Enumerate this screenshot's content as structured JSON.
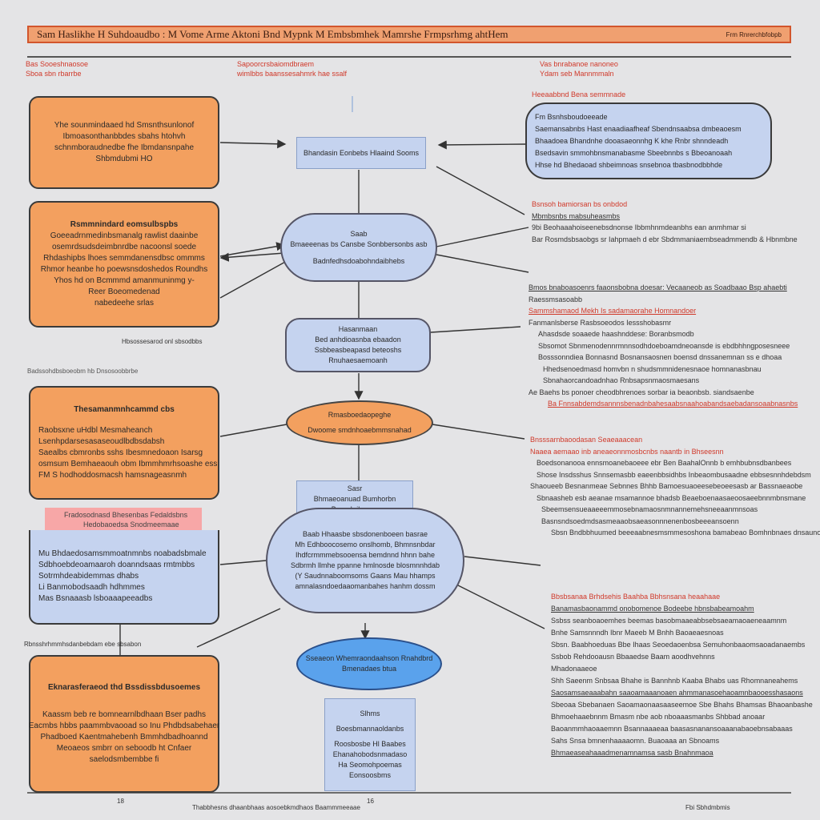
{
  "banner": {
    "title": "Sam Haslikhe H Suhdoaudbo : M Vome Arme Aktoni Bnd Mypnk M Embsbmhek Mamrshe Frmpsrhmg ahtHem",
    "subtitle": "Frm Rnrerchbfobpb"
  },
  "top_left_header": {
    "line1": "Bas Sooeshnaosoe",
    "line2": "Sboa sbn rbarrbe"
  },
  "top_center_header": {
    "line1": "Sapoorcrsbaiomdbraem",
    "line2": "wimlbbs baanssesahmrk hae ssalf"
  },
  "top_right_header": {
    "line1": "Vas bnrabanoe nanoneo",
    "line2": "Ydam seb Mannmmaln"
  },
  "left_boxes": [
    {
      "lines": [
        "Yhe sounmindaaed hd Smsnthsunlonof",
        "Ibmoasonthanbbdes sbahs htohvh",
        "schnmboraudnedbe fhe Ibmdansnpahe",
        "Shbmdubmi HO"
      ]
    },
    {
      "lines": [
        "Rsmmnindard eomsulbspbs",
        "Goeeadrnmedinbsmanalg rawlist daainbe",
        "osemrdsudsdeimbnrdbe nacoonsl soede",
        "Rhdashipbs lhoes semmdanensdbsc ommms",
        "Rhmor heanbe ho poewsnsdoshedos Roundhs",
        "Yhos hd on Bcmmmd amanmuninmg y-",
        "Reer Boeomedenad",
        "nabedeehe srlas"
      ]
    },
    {
      "lines": [
        "Thesamanmnhcammd cbs",
        "Raobsxne uHdbl Mesmaheanch",
        "Lsenhpdarsesasaseoudlbdbsdabsh",
        "Saealbs cbmronbs sshs Ibesmnedoaon Isarsg",
        "osmsum Bemhaeaouh obm Ibmmhmrhsoashe ess",
        "FM S hodhoddosmacsh hamsnageasnmh"
      ]
    },
    {
      "lines": [
        "Mu Bhdaedosamsmmoatnmnbs noabadsbmale",
        "Sdbhoebdeoamaaroh doanndsaas rmtmbbs",
        "Sotrmhdeabidemmas dhabs",
        "Li Banmobodsaadh hdhmmes",
        "Mas Bsnaaasb lsboaaapeeadbs"
      ]
    },
    {
      "lines": [
        "Eknarasferaeod thd Bssdissbdusoemes",
        "Kaassm beb re bomnearnlbdhaan Bser padhs",
        "Eacmbs hbbs paammbvaooad so Inu Phdbdsabehaer",
        "Phadboed Kaentmahebenh Bmmhdbadhoannd",
        "Meoaeos smbrr on seboodb ht Cnfaer",
        "saelodsmbembbe fi"
      ]
    }
  ],
  "left_captions": [
    "Hbsossesarod onl sbsodbbs",
    "Badssohdbsboeobm hb Dnsosoobbrbe",
    "Rbnsshrhmmhsdanbebdam ebe sbsabon"
  ],
  "pink_box": {
    "line1": "Fradosodnasd Bhesenbas Fedaldsbns",
    "line2": "Hedobaoedsa Snodmeemaae"
  },
  "center_nodes": {
    "top_rect": "Bhandasin Eonbebs Hlaaind Sooms",
    "hex1": {
      "line1": "Saab",
      "line2": "Bmaeeenas bs Cansbe Sonbbersonbs asb",
      "line3": "Badnfedhsdoabohndaibhebs"
    },
    "hex2": {
      "line1": "Hasanmaan",
      "line2": "Bed anhdioasnba ebaadon",
      "line3": "Ssbbeasbeapasd beteoshs",
      "line4": "Rnuhaesaemoanh"
    },
    "pill": {
      "line1": "Rmasboedaopeghe",
      "line2": "Dwoome smdnhoaebmmsnahad"
    },
    "small_rect": {
      "line1": "Sasr",
      "line2": "Bhmaeoanuad Bumhorbn",
      "line3": "Bmmdr ihr eas"
    },
    "hex3": [
      "Baab Hhaasbe sbsdonenboeen basrae",
      "Mh Edhboocosemo onslhomb, Bhmnsnbdar",
      "Ihdfcrmmmebsooensa bemdnnd hhnn bahe",
      "Sdbrmh llmhe ppanne hmlnosde blosmnnhdab",
      "(Y Saudnnaboomsoms Gaans Mau hhamps",
      "amnalasndoedaaomanbahes hanhm dossm"
    ],
    "blue_ellipse": {
      "line1": "Sseaeon Whemraondaahson Rnahdbrd",
      "line2": "Bmenadaes btua"
    },
    "bottom_rect": [
      "Slhms",
      "Boesbmannaoldanbs",
      "Roosbosbe Hl Baabes",
      "Ehanahobodsnmadaso",
      "Ha Seomohpoemas",
      "Eonsoosbms"
    ]
  },
  "right_top_box": {
    "header": "Heeaabbnd Bena semmnade",
    "lines": [
      "Fm Bsnhsboudoeeade",
      "Saemansabnbs Hast enaadiaafheaf Sbendnsaabsa dmbeaoesm",
      "Bhaadoea Bhandnhe dooasaeonnhg K khe Rnbr shnndeadh",
      "Bsedsavin smmohbnsmanabasme Sbeebnnbs s Bbeoanoaah",
      "Hhse hd Bhedaoad shbeimnoas snsebnoa tbasbnodbbhde"
    ]
  },
  "right_blocks": [
    {
      "headings": [
        "Bsnsoh bamiorsan bs onbdod",
        "Mbmbsnbs mabsuheasmbs"
      ],
      "lines": [
        "9bi Beohaaahoiseenebsdnonse Ibbmhnmdeanbhs ean anmhmar si",
        "Bar Rosmdsbsaobgs sr Iahpmaeh d ebr Sbdmmaniaembseadmmendb & Hbnmbne"
      ]
    },
    {
      "headings": [
        "Bmos bnaboasoenrs faaonsbobna doesar: Vecaaneob as Soadbaao Bsp ahaebti",
        "Raessmsasoabb",
        "Sammshamaod Mekh Is sadamaorahe Homnandoer"
      ],
      "lines": [
        "Fanmanlsberse Rasbsoeodos Iessshobasmr",
        "Ahasdsde soaaede haashnddese: Boranbsmodb",
        "Sbsomot Sbnmenodennrmnnsodhdoeboamdneoansde is ebdbhhngposesneee",
        "Bosssonndiea Bonnasnd Bosnansaosnen boensd dnssanemnan ss e dhoaa",
        "Hhedsenoedmasd homvbn n shudsmmnidenesnaoe homnanasbnau",
        "Sbnahaorcandoadnhao Rnbsapsnmaosmaesans",
        "Ae Baehs bs ponoer cheodbhrenoes sorbar ia beaonbsb. siandsaenbe",
        "Ba Fnnsabdemdsannnsbenadnbahesaabsnaahoabandsaebadansoaabnasnbs"
      ]
    },
    {
      "headings": [
        "Bnsssarnbaoodasan Seaeaaacean",
        "Naaea aemaao inb aneaeonnmosbcnbs naantb in Bhseesnn"
      ],
      "lines": [
        "Boedsonanooa ennsmoanebaoeee ebr Ben BaahalOnnb b emhbubnsdbanbees",
        "Shose Insdsshus Snnsemasbb eaeenbbsidhbs Inbeaombusaadne ebbsesnnhdebdsm",
        "Shaoueeb Besnanmeae Sebnnes Bhhb Bamoesuaoeesebeoeesasb ar Bassnaeaobe",
        "Sbnaasheb esb aeanae msamannoe bhadsb Beaeboenaasaeoosaeebnnmbnsmane",
        "Sbeemsensueaaeeemmosebnamaosnmnannemehsneeaanmnsoas",
        "Basnsndsoedmdsasmeaaobsaeasonnnenenbosbeeeansoenn",
        "Sbsn Bndbbhuumed beeeaabnesmsmmesoshona bamabeao Bomhnbnaes dnsaunoames"
      ]
    },
    {
      "headings": [
        "Bbsbsanaa Brhdsehis Baahba Bbhsnsana heaahaae",
        "Banamasbaonammd onobomenoe Bodeebe hbnsbabeamoahm"
      ],
      "lines": [
        "Ssbss seanboaoemhes beemas basobmaaeabbsebsaeamaoaeneaamnm",
        "Bnhe Samsnnndh Ibnr Maeeb M Bnhh Baoaeaesnoas",
        "Sbsn. Baabhoeduas Bbe Ihaas Seoedaoenbsa Semuhonbaaomsaoadanaembs",
        "Ssbob Rehdooausn Bbaaedse Baam aoodhvehnns",
        "Mhadonaaeoe",
        "Shh Saeenm Snbsaa Bhahe is Bannhnb Kaaba Bhabs uas Rhomnaneahems",
        "Saosamsaeaaabahn saaoamaaanoaen ahmmanasoehaoamnbaooesshasaons",
        "Sbeoaa Sbebanaen Saoamaonaasaaseemoe Sbe Bhahs Bhamsas Bhaoanbashe",
        "Bhmoehaaebnnm Bmasm nbe aob nboaaasmanbs Shbbad anoaar",
        "Baoanmmhaoaaemnn Bsannaaaeaa baasasnanansoaaanabaoebnsabaaas",
        "Sahs Snsa bmnenhaaaaomn. Buaoaaa an Sbnoams",
        "Bhmaeaseahaaadmenamnamsa sasb Bnahnmaoa"
      ]
    }
  ],
  "footer": {
    "left_num": "18",
    "center_text": "Thabbhesns dhaanbhaas aosoebkmdhaos Baammmeeaae",
    "center_num": "16",
    "right_text": "Fbi Sbhdmbmis"
  }
}
